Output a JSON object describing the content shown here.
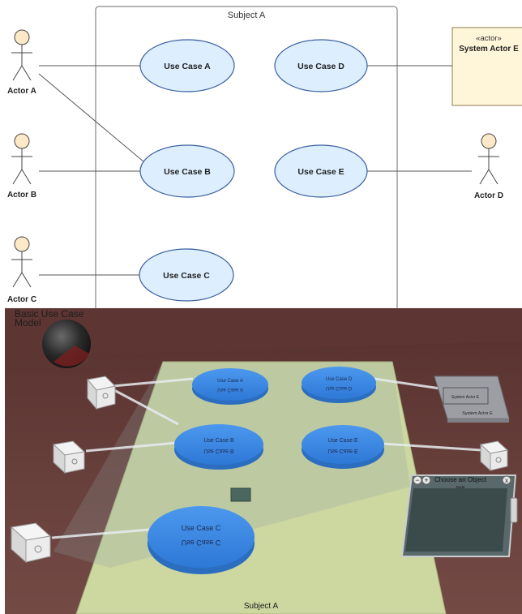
{
  "uml": {
    "subject": "Subject A",
    "actors": [
      {
        "id": "actor-a",
        "label": "Actor A"
      },
      {
        "id": "actor-b",
        "label": "Actor B"
      },
      {
        "id": "actor-c",
        "label": "Actor C"
      },
      {
        "id": "actor-d",
        "label": "Actor D"
      }
    ],
    "use_cases": [
      {
        "id": "uc-a",
        "label": "Use Case A"
      },
      {
        "id": "uc-b",
        "label": "Use Case B"
      },
      {
        "id": "uc-c",
        "label": "Use Case C"
      },
      {
        "id": "uc-d",
        "label": "Use Case D"
      },
      {
        "id": "uc-e",
        "label": "Use Case E"
      }
    ],
    "system_actor": {
      "stereotype": "«actor»",
      "name": "System Actor E"
    }
  },
  "scene": {
    "model_title": "Basic Use Case Model",
    "subject": "Subject A",
    "use_cases": [
      {
        "label": "Use Case A",
        "mirror": "Use Case A"
      },
      {
        "label": "Use Case B",
        "mirror": "Use Case B"
      },
      {
        "label": "Use Case C",
        "mirror": "Use Case C"
      },
      {
        "label": "Use Case D",
        "mirror": "Use Case D"
      },
      {
        "label": "Use Case E",
        "mirror": "Use Case E"
      }
    ],
    "system_actor": {
      "name": "System Actor E",
      "inner": "System Actor E"
    },
    "chooser": {
      "title": "Choose an Object",
      "subtitle": "Node",
      "minus": "−",
      "plus": "+",
      "close": "x"
    }
  },
  "colors": {
    "uc_fill": "#ddeeff",
    "uc_stroke": "#3a5fa0",
    "actor_fill": "#fde9c7",
    "system_actor_fill": "#fff5d8",
    "floor": "#6d4440",
    "board": "#cfd8a2",
    "disc": "#3f8ce6"
  }
}
